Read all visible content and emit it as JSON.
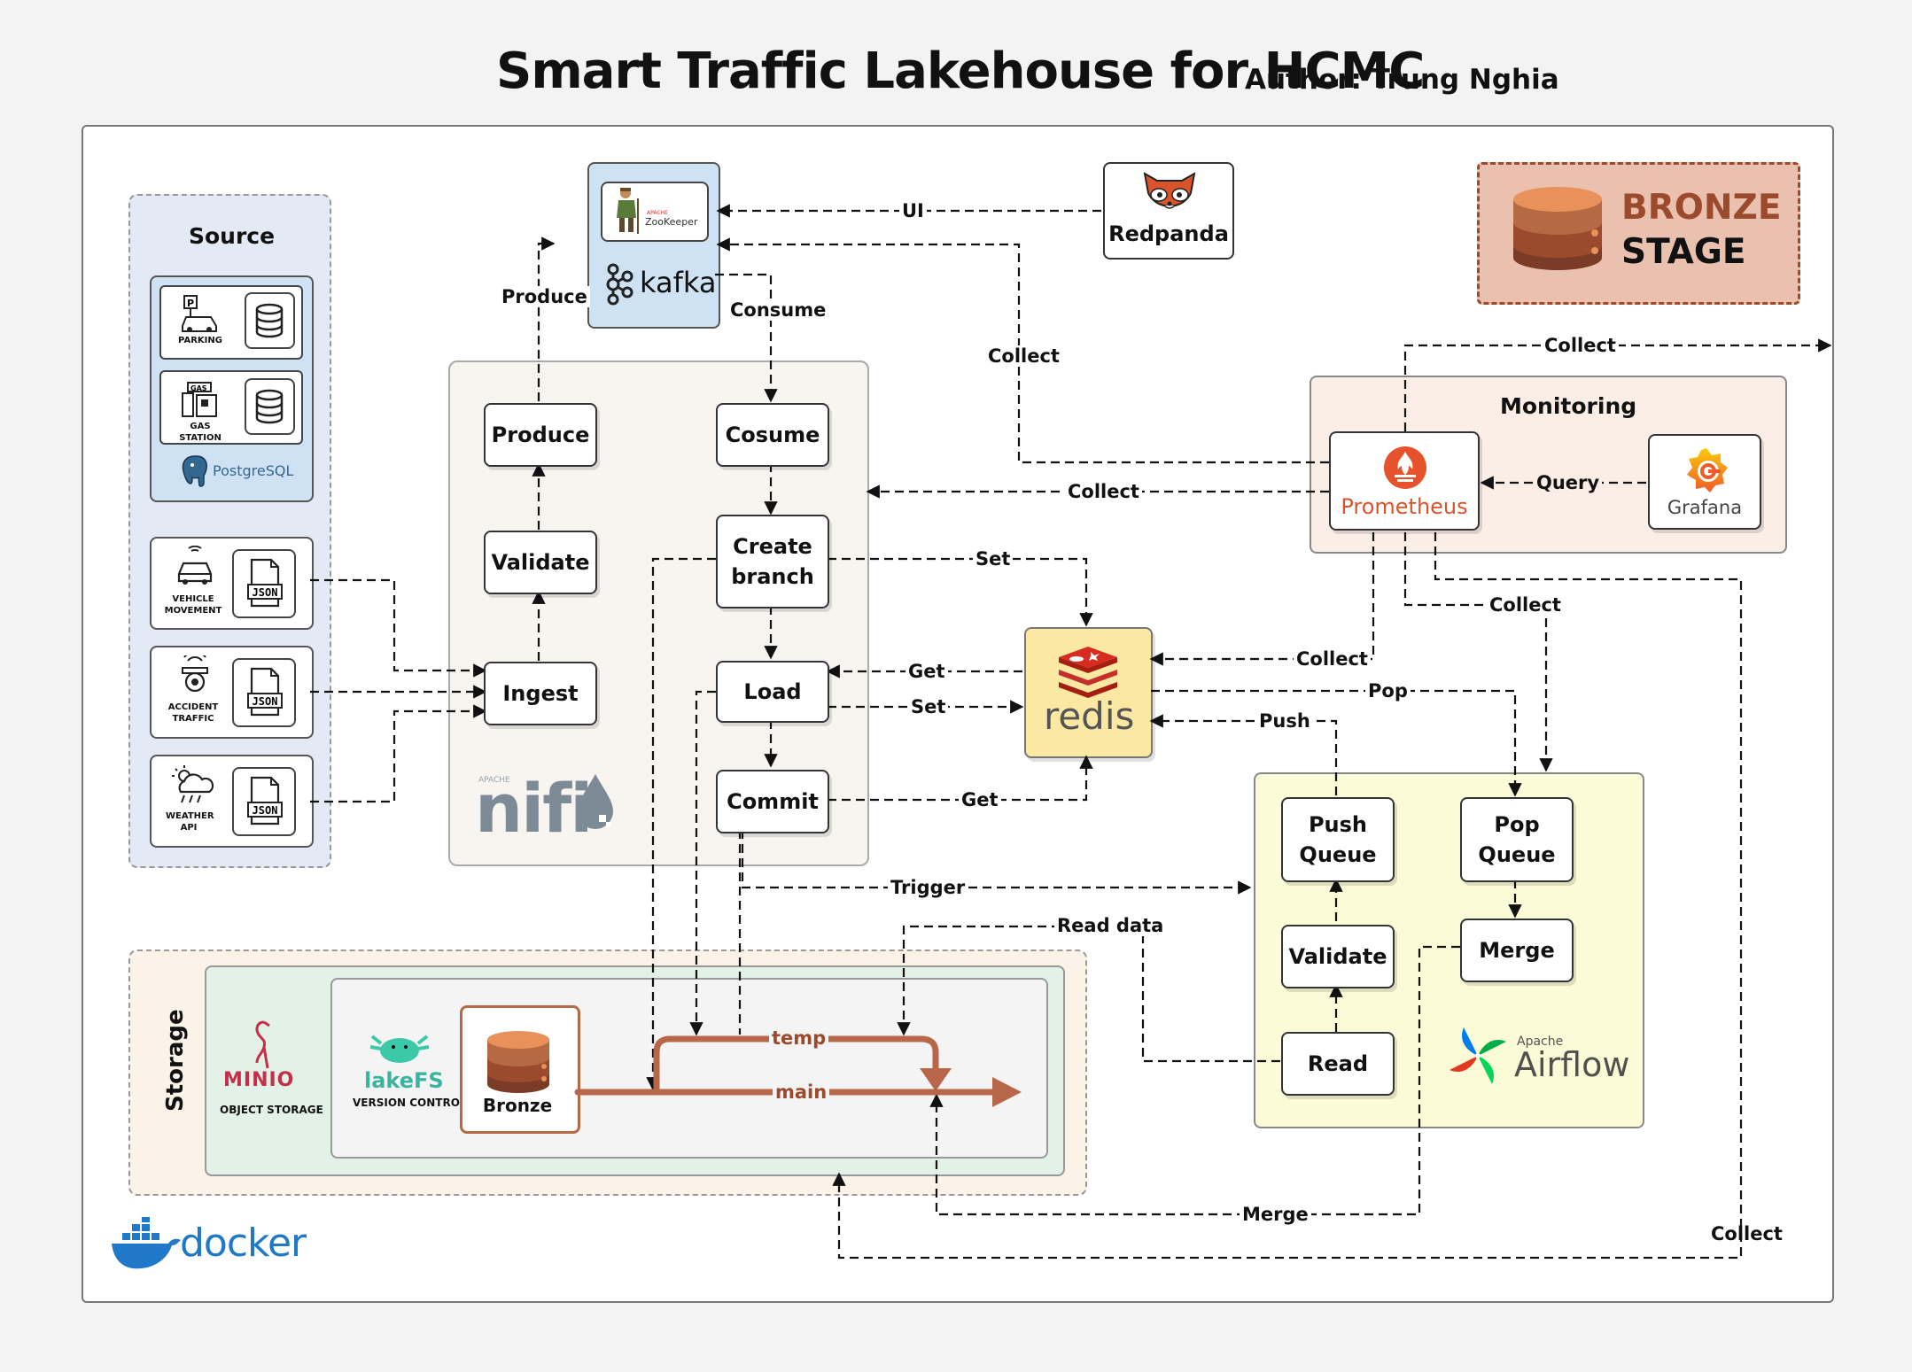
{
  "header": {
    "title": "Smart Traffic Lakehouse for HCMC",
    "author": "Author: Trung Nghia"
  },
  "stage_badge": {
    "line1": "BRONZE",
    "line2": "STAGE"
  },
  "source": {
    "title": "Source",
    "parking": "PARKING",
    "gas_station": "GAS STATION",
    "gas_sign": "GAS",
    "postgres": "PostgreSQL",
    "vehicle": "VEHICLE MOVEMENT",
    "accident": "ACCIDENT TRAFFIC",
    "weather": "WEATHER API",
    "json": "JSON"
  },
  "kafka": {
    "zookeeper_small": "APACHE",
    "zookeeper": "ZooKeeper",
    "kafka": "kafka"
  },
  "redpanda": "Redpanda",
  "nifi": {
    "apache": "APACHE",
    "logo": "nifi",
    "produce": "Produce",
    "validate": "Validate",
    "ingest": "Ingest",
    "consume": "Cosume",
    "create_branch_1": "Create",
    "create_branch_2": "branch",
    "load": "Load",
    "commit": "Commit"
  },
  "redis": "redis",
  "monitoring": {
    "title": "Monitoring",
    "prometheus": "Prometheus",
    "grafana": "Grafana"
  },
  "airflow": {
    "push_queue_1": "Push",
    "push_queue_2": "Queue",
    "pop_queue_1": "Pop",
    "pop_queue_2": "Queue",
    "validate": "Validate",
    "read": "Read",
    "merge": "Merge",
    "apache": "Apache",
    "logo": "Airflow"
  },
  "storage": {
    "title": "Storage",
    "minio": "MINIO",
    "minio_sub": "OBJECT STORAGE",
    "lakefs": "lakeFS",
    "lakefs_sub": "VERSION CONTROL",
    "bronze": "Bronze",
    "temp": "temp",
    "main": "main"
  },
  "docker": "docker",
  "edges": {
    "ui": "UI",
    "produce": "Produce",
    "consume": "Consume",
    "collect_kafka": "Collect",
    "collect_top": "Collect",
    "collect_nifi": "Collect",
    "query": "Query",
    "set_create": "Set",
    "get_load": "Get",
    "set_load": "Set",
    "get_commit": "Get",
    "collect_redis": "Collect",
    "collect_airflow": "Collect",
    "pop": "Pop",
    "push": "Push",
    "trigger": "Trigger",
    "read_data": "Read data",
    "merge": "Merge",
    "collect_storage": "Collect"
  },
  "colors": {
    "bronze_dark": "#9b4a2e",
    "bronze_mid": "#b56a44",
    "bronze_light": "#e9915a",
    "branch_line": "#b9674b",
    "redis_bg": "#fbe9a3",
    "kafka_bg": "#cfe2f4",
    "source_bg": "#e4e9f6",
    "monitor_bg": "#fbeee6",
    "airflow_bg": "#fcfbd7",
    "storage_bg": "#fbf3e7",
    "minio_bg": "#e3f2e6",
    "nifi_bg": "#f8f5f1",
    "docker_blue": "#1f78c8"
  }
}
